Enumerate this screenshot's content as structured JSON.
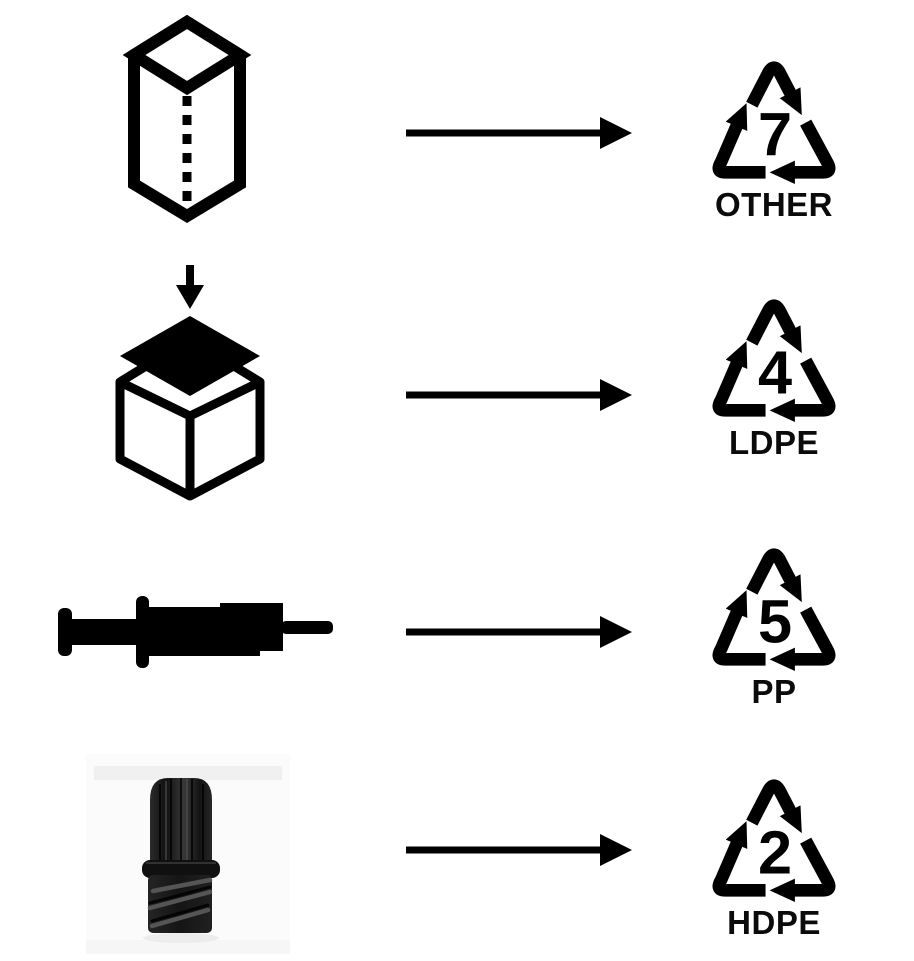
{
  "page": {
    "background_color": "#ffffff",
    "ink_color": "#000000",
    "description_icons": {
      "row1_item": "tall-box-icon",
      "row2_item": "box-with-lid-icon",
      "row3_item": "syringe-icon",
      "row4_item": "plastic-plug-photo",
      "connector": "right-arrow-icon",
      "symbol": "recycling-arrows-icon"
    }
  },
  "rows": [
    {
      "item_icon": "tall-box-icon",
      "symbol": {
        "code": "7",
        "label": "OTHER"
      }
    },
    {
      "item_icon": "box-with-lid-icon",
      "symbol": {
        "code": "4",
        "label": "LDPE"
      }
    },
    {
      "item_icon": "syringe-icon",
      "symbol": {
        "code": "5",
        "label": "PP"
      }
    },
    {
      "item_icon": "plastic-plug-photo",
      "symbol": {
        "code": "2",
        "label": "HDPE"
      }
    }
  ],
  "colors": {
    "symbol_ink": "#000000",
    "plug_body": "#1d1d1d",
    "plug_highlight": "#505050",
    "photo_background": "#fbfbfb"
  }
}
